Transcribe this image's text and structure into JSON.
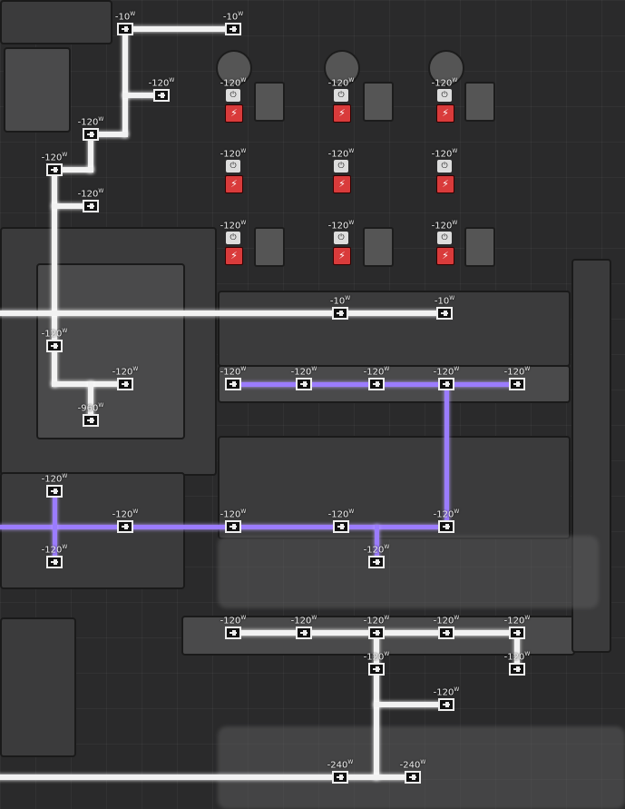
{
  "unit": "W",
  "colors": {
    "wire": "#f2f2f2",
    "heavy_wire": "#9b7cff",
    "outlet_alert": "#d93b3b"
  },
  "icons": {
    "connector": "wire-bridge-icon",
    "outlet": "power-outlet-icon",
    "alert": "no-power-icon"
  },
  "connectors": [
    {
      "id": "c1",
      "label": "-10"
    },
    {
      "id": "c2",
      "label": "-10"
    },
    {
      "id": "c3",
      "label": "-120"
    },
    {
      "id": "c4",
      "label": "-120"
    },
    {
      "id": "c5",
      "label": "-120"
    },
    {
      "id": "c6",
      "label": "-120"
    },
    {
      "id": "c7",
      "label": "-120"
    },
    {
      "id": "c8",
      "label": "-120"
    },
    {
      "id": "c9",
      "label": "-120"
    },
    {
      "id": "c10",
      "label": "-120"
    },
    {
      "id": "c11",
      "label": "-120"
    },
    {
      "id": "c12",
      "label": "-120"
    },
    {
      "id": "c13",
      "label": "-120"
    },
    {
      "id": "c14",
      "label": "-120"
    },
    {
      "id": "c15",
      "label": "-120"
    },
    {
      "id": "c16",
      "label": "-10"
    },
    {
      "id": "c17",
      "label": "-10"
    },
    {
      "id": "c18",
      "label": "-120"
    },
    {
      "id": "c19",
      "label": "-120"
    },
    {
      "id": "c20",
      "label": "-960"
    },
    {
      "id": "c21",
      "label": "-120"
    },
    {
      "id": "c22",
      "label": "-120"
    },
    {
      "id": "c23",
      "label": "-120"
    },
    {
      "id": "c24",
      "label": "-120"
    },
    {
      "id": "c25",
      "label": "-120"
    },
    {
      "id": "c26",
      "label": "-120"
    },
    {
      "id": "c27",
      "label": "-120"
    },
    {
      "id": "c28",
      "label": "-120"
    },
    {
      "id": "c29",
      "label": "-120"
    },
    {
      "id": "c30",
      "label": "-120"
    },
    {
      "id": "c31",
      "label": "-120"
    },
    {
      "id": "c32",
      "label": "-120"
    },
    {
      "id": "c33",
      "label": "-120"
    },
    {
      "id": "c34",
      "label": "-120"
    },
    {
      "id": "c35",
      "label": "-120"
    },
    {
      "id": "c36",
      "label": "-120"
    },
    {
      "id": "c37",
      "label": "-120"
    },
    {
      "id": "c38",
      "label": "-120"
    },
    {
      "id": "c39",
      "label": "-120"
    },
    {
      "id": "c40",
      "label": "-120"
    },
    {
      "id": "c41",
      "label": "-240"
    },
    {
      "id": "c42",
      "label": "-240"
    }
  ]
}
